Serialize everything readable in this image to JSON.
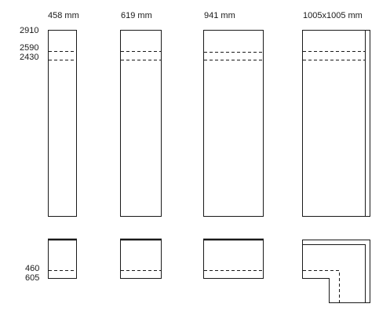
{
  "column_labels": [
    "458 mm",
    "619 mm",
    "941 mm",
    "1005x1005 mm"
  ],
  "elevation_labels": [
    "2910",
    "2590",
    "2430"
  ],
  "section_labels": [
    "460",
    "605"
  ],
  "colors": {
    "line": "#1a1a1a",
    "background": "#ffffff"
  }
}
